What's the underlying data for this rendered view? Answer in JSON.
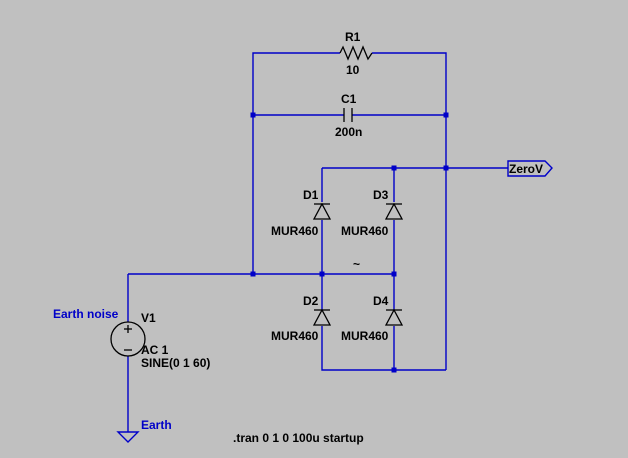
{
  "schematic": {
    "background_color": "#c0c0c0",
    "wire_color": "#0000c8",
    "component_color": "#000000",
    "components": {
      "r1": {
        "name": "R1",
        "value": "10"
      },
      "c1": {
        "name": "C1",
        "value": "200n"
      },
      "d1": {
        "name": "D1",
        "value": "MUR460"
      },
      "d2": {
        "name": "D2",
        "value": "MUR460"
      },
      "d3": {
        "name": "D3",
        "value": "MUR460"
      },
      "d4": {
        "name": "D4",
        "value": "MUR460"
      },
      "v1": {
        "name": "V1",
        "ac": "AC 1",
        "source": "SINE(0 1 60)"
      }
    },
    "net_labels": {
      "earth_noise": "Earth noise",
      "earth": "Earth",
      "tilde": "~",
      "zerov": "ZeroV"
    },
    "directive": ".tran 0 1 0 100u startup"
  }
}
